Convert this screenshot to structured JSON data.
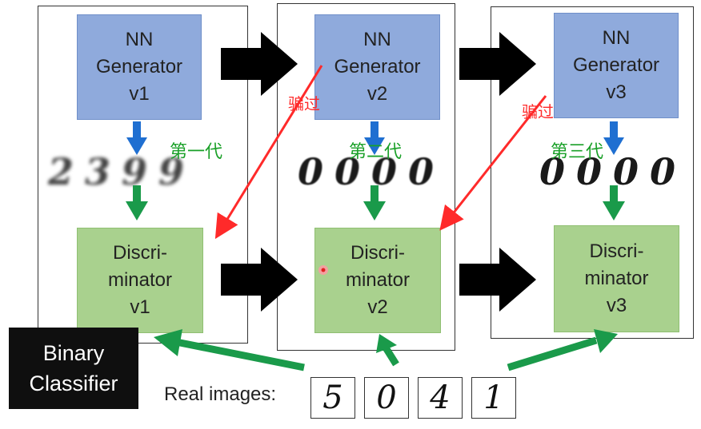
{
  "generators": [
    {
      "label": "NN\nGenerator\nv1"
    },
    {
      "label": "NN\nGenerator\nv2"
    },
    {
      "label": "NN\nGenerator\nv3"
    }
  ],
  "discriminators": [
    {
      "label": "Discri-\nminator\nv1"
    },
    {
      "label": "Discri-\nminator\nv2"
    },
    {
      "label": "Discri-\nminator\nv3"
    }
  ],
  "generation_labels": [
    "第一代",
    "第二代",
    "第三代"
  ],
  "fool_labels": [
    "骗过",
    "骗过"
  ],
  "generated_digits": [
    "2399",
    "0000",
    "0000"
  ],
  "binary_classifier": "Binary\nClassifier",
  "real_images_label": "Real images:",
  "real_digits": [
    "5",
    "0",
    "4",
    "1"
  ],
  "colors": {
    "generator": "#8faadc",
    "discriminator": "#a9d18e",
    "green_arrow": "#1a9a4a",
    "blue_arrow": "#1f6fd1",
    "red_arrow": "#ff2a2a",
    "black_arrow": "#000000"
  }
}
